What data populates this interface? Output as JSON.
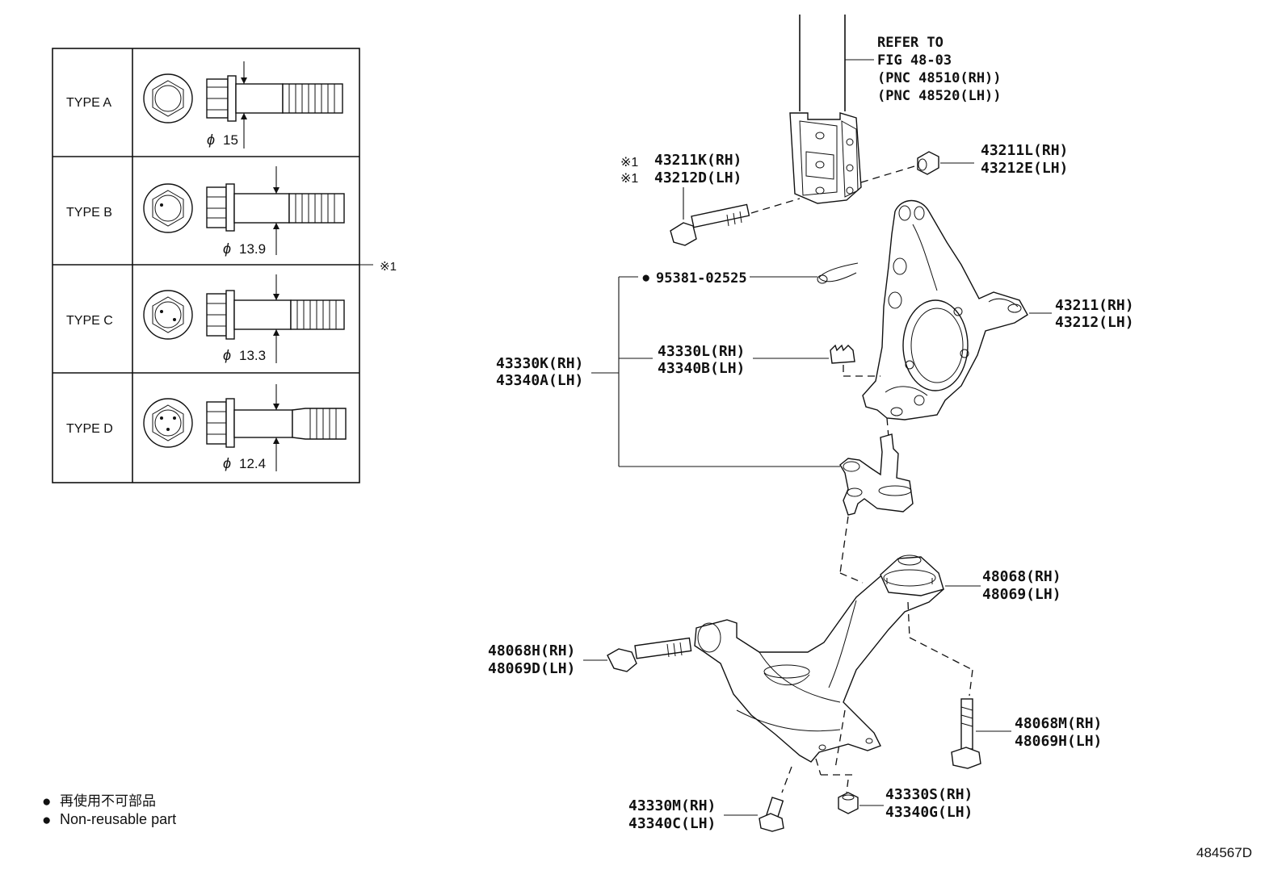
{
  "stud_table": {
    "rows": [
      {
        "type_label": "TYPE A",
        "diameter": "15"
      },
      {
        "type_label": "TYPE B",
        "diameter": "13.9"
      },
      {
        "type_label": "TYPE C",
        "diameter": "13.3"
      },
      {
        "type_label": "TYPE D",
        "diameter": "12.4"
      }
    ],
    "diameter_symbol": "ϕ",
    "note_mark": "※1"
  },
  "strut_reference": {
    "line1": "REFER TO",
    "line2": "FIG 48-03",
    "line3": "(PNC 48510(RH))",
    "line4": "(PNC 48520(LH))"
  },
  "callouts": {
    "bolt_43211k": {
      "mark": "※1",
      "rh": "43211K(RH)",
      "lh": "43212D(LH)"
    },
    "nut_43211l": {
      "rh": "43211L(RH)",
      "lh": "43212E(LH)"
    },
    "cotter_pin": {
      "marker": "●",
      "part": "95381-02525"
    },
    "knuckle": {
      "rh": "43211(RH)",
      "lh": "43212(LH)"
    },
    "nut_43330l": {
      "rh": "43330L(RH)",
      "lh": "43340B(LH)"
    },
    "ball_joint": {
      "rh": "43330K(RH)",
      "lh": "43340A(LH)"
    },
    "bushing": {
      "rh": "48068(RH)",
      "lh": "48069(LH)"
    },
    "arm_bolt": {
      "rh": "48068H(RH)",
      "lh": "48069D(LH)"
    },
    "arm_bolt_rear": {
      "rh": "48068M(RH)",
      "lh": "48069H(LH)"
    },
    "bolt_43330m": {
      "rh": "43330M(RH)",
      "lh": "43340C(LH)"
    },
    "nut_43330s": {
      "rh": "43330S(RH)",
      "lh": "43340G(LH)"
    }
  },
  "legend": {
    "marker": "●",
    "japanese": "再使用不可部品",
    "english": "Non-reusable part"
  },
  "figure_id": "484567D"
}
